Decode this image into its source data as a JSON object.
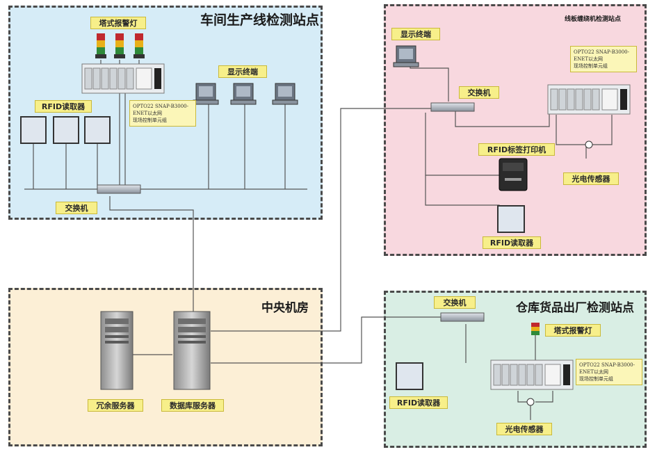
{
  "zones": {
    "workshop": {
      "title": "车间生产线检测站点",
      "bg": "#d6ecf7"
    },
    "board": {
      "title": "线板缠绕机检测站点",
      "bg": "#f8d8df"
    },
    "central": {
      "title": "中央机房",
      "bg": "#fcefd6"
    },
    "warehouse": {
      "title": "仓库货品出厂检测站点",
      "bg": "#d9eee4"
    }
  },
  "labels": {
    "tower_light": "塔式报警灯",
    "display_terminal": "显示终端",
    "rfid_reader": "RFID读取器",
    "switch": "交换机",
    "controller_note_1": "OPTO22 SNAP-B3000-ENET以太网",
    "controller_note_2": "现场控制单元组",
    "rfid_printer": "RFID标签打印机",
    "photo_sensor": "光电传感器",
    "backup_server": "冗余服务器",
    "db_server": "数据库服务器"
  },
  "colors": {
    "tag_bg": "#f7ef8a",
    "wire": "#555555",
    "dash_border": "#4a4a4a"
  }
}
